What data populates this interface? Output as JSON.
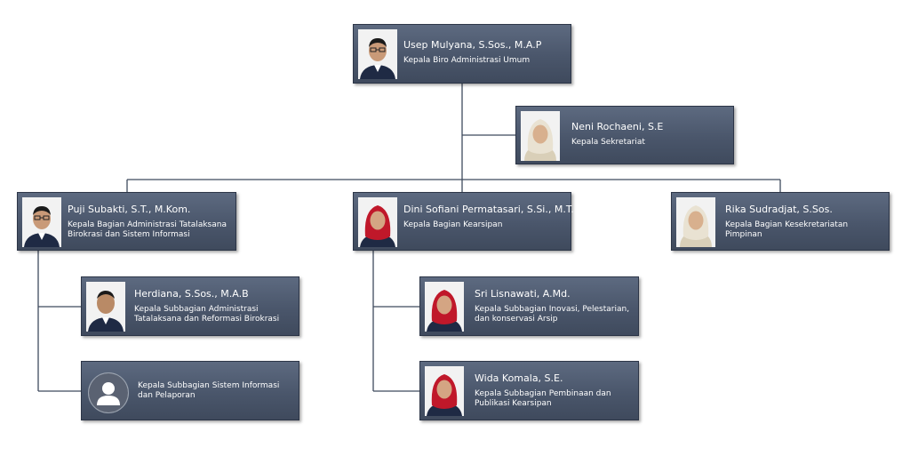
{
  "colors": {
    "card_bg": "#4a566b",
    "card_text": "#ffffff",
    "connector": "#3f4a5d"
  },
  "nodes": [
    {
      "id": "head",
      "name": "Usep Mulyana, S.Sos., M.A.P",
      "role": "Kepala Biro Administrasi Umum",
      "photo": "man-glasses"
    },
    {
      "id": "secretariat",
      "name": "Neni Rochaeni, S.E",
      "role": "Kepala Sekretariat",
      "photo": "woman-hijab-white"
    },
    {
      "id": "bagian1",
      "name": "Puji Subakti, S.T., M.Kom.",
      "role": "Kepala Bagian Administrasi Tatalaksana Birokrasi dan Sistem Informasi",
      "photo": "man-glasses"
    },
    {
      "id": "bagian2",
      "name": "Dini Sofiani Permatasari, S.Si., M.T.",
      "role": "Kepala Bagian Kearsipan",
      "photo": "woman-hijab-red"
    },
    {
      "id": "bagian3",
      "name": "Rika Sudradjat, S.Sos.",
      "role": "Kepala Bagian Kesekretariatan Pimpinan",
      "photo": "woman-hijab-white"
    },
    {
      "id": "sub1a",
      "name": "Herdiana, S.Sos., M.A.B",
      "role": "Kepala Subbagian Administrasi Tatalaksana dan Reformasi Birokrasi",
      "photo": "man"
    },
    {
      "id": "sub1b",
      "name": "",
      "role": "Kepala Subbagian Sistem Informasi dan Pelaporan",
      "photo": "placeholder-avatar"
    },
    {
      "id": "sub2a",
      "name": "Sri Lisnawati, A.Md.",
      "role": "Kepala Subbagian Inovasi, Pelestarian, dan konservasi Arsip",
      "photo": "woman-hijab-red"
    },
    {
      "id": "sub2b",
      "name": "Wida Komala, S.E.",
      "role": "Kepala Subbagian Pembinaan dan Publikasi Kearsipan",
      "photo": "woman-hijab-red"
    }
  ]
}
